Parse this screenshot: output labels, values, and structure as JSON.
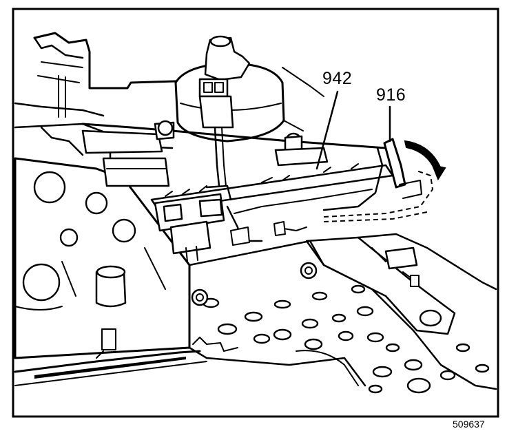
{
  "callouts": {
    "harness_label": "942",
    "connector_label": "916"
  },
  "figure_number": "509637",
  "colors": {
    "ink": "#000000",
    "paper": "#ffffff"
  }
}
